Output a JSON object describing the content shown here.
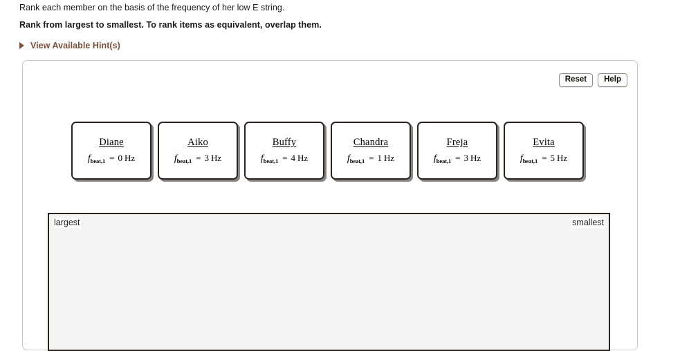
{
  "prompt": {
    "question": "Rank each member on the basis of the frequency of her low E string.",
    "instruction": "Rank from largest to smallest.  To rank items as equivalent, overlap them.",
    "hint_label": "View Available Hint(s)"
  },
  "toolbar": {
    "reset_label": "Reset",
    "help_label": "Help"
  },
  "cards": [
    {
      "name": "Diane",
      "symbol": "f",
      "subscript": "beat,1",
      "equals": "=",
      "value": "0",
      "unit": "Hz"
    },
    {
      "name": "Aiko",
      "symbol": "f",
      "subscript": "beat,1",
      "equals": "=",
      "value": "3",
      "unit": "Hz"
    },
    {
      "name": "Buffy",
      "symbol": "f",
      "subscript": "beat,1",
      "equals": "=",
      "value": "4",
      "unit": "Hz"
    },
    {
      "name": "Chandra",
      "symbol": "f",
      "subscript": "beat,1",
      "equals": "=",
      "value": "1",
      "unit": "Hz"
    },
    {
      "name": "Freja",
      "symbol": "f",
      "subscript": "beat,1",
      "equals": "=",
      "value": "3",
      "unit": "Hz"
    },
    {
      "name": "Evita",
      "symbol": "f",
      "subscript": "beat,1",
      "equals": "=",
      "value": "5",
      "unit": "Hz"
    }
  ],
  "drop_zone": {
    "left_label": "largest",
    "right_label": "smallest"
  },
  "colors": {
    "hint_accent": "#7d4f3b",
    "card_border": "#2a2320",
    "drop_zone_bg": "#f4f4f4",
    "panel_border": "#c9c9c9"
  }
}
